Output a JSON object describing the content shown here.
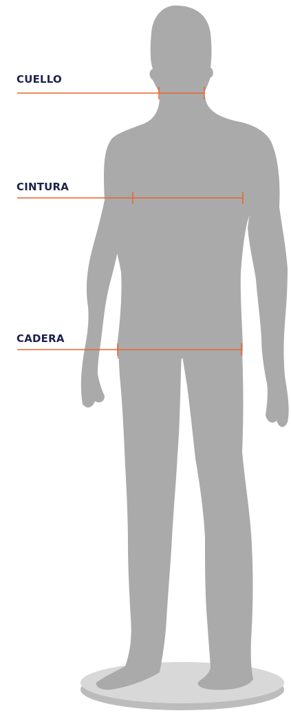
{
  "labels": {
    "neck": "CUELLO",
    "waist": "CINTURA",
    "hip": "CADERA"
  },
  "colors": {
    "label_text": "#1c2150",
    "measure_line": "#e8642c",
    "silhouette": "#aaaaaa",
    "base_top": "#d8d8d8",
    "base_side": "#bcbcbc",
    "background": "#ffffff"
  },
  "icons": {
    "figure": "mannequin-silhouette-icon"
  }
}
